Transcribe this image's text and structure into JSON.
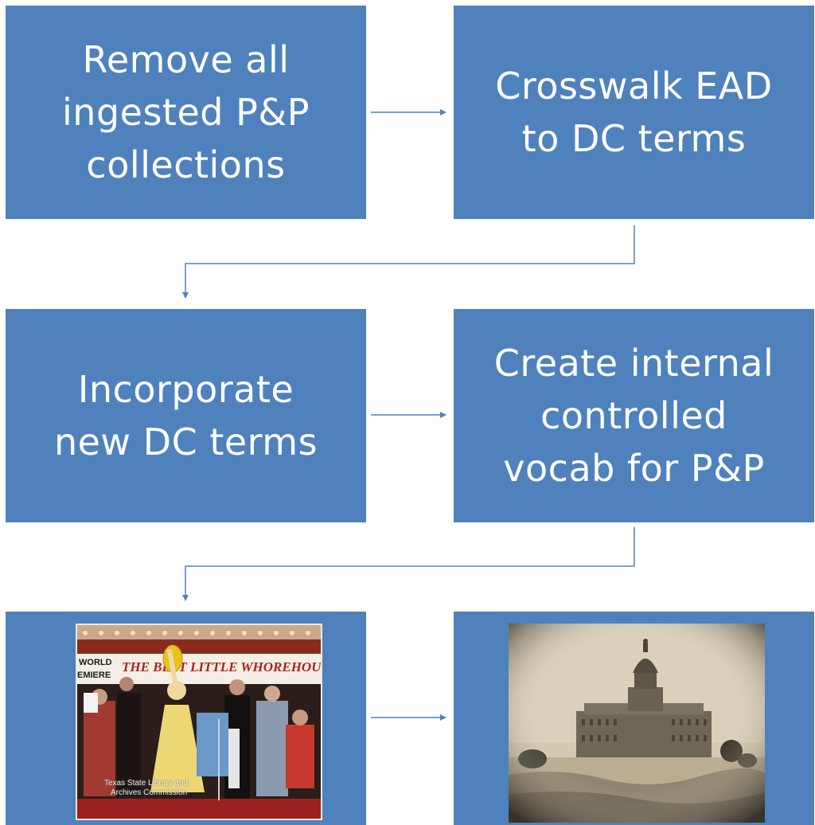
{
  "flow": {
    "steps": [
      {
        "text": "Remove all\ningested P&P\ncollections"
      },
      {
        "text": "Crosswalk EAD\nto DC terms"
      },
      {
        "text": "Incorporate\nnew DC terms"
      },
      {
        "text": "Create internal\ncontrolled\nvocab for P&P"
      }
    ],
    "images": [
      {
        "icon": "premiere-photo",
        "marquee_left": "WORLD",
        "marquee_left2": "EMIERE",
        "marquee_title": "THE BEST LITTLE WHOREHOUS",
        "credit_line1": "Texas State Library and",
        "credit_line2": "Archives Commission"
      },
      {
        "icon": "capitol-building-photo"
      }
    ]
  },
  "colors": {
    "box_fill": "#4f81bd",
    "box_text": "#ffffff",
    "connector": "#4f81bd"
  }
}
